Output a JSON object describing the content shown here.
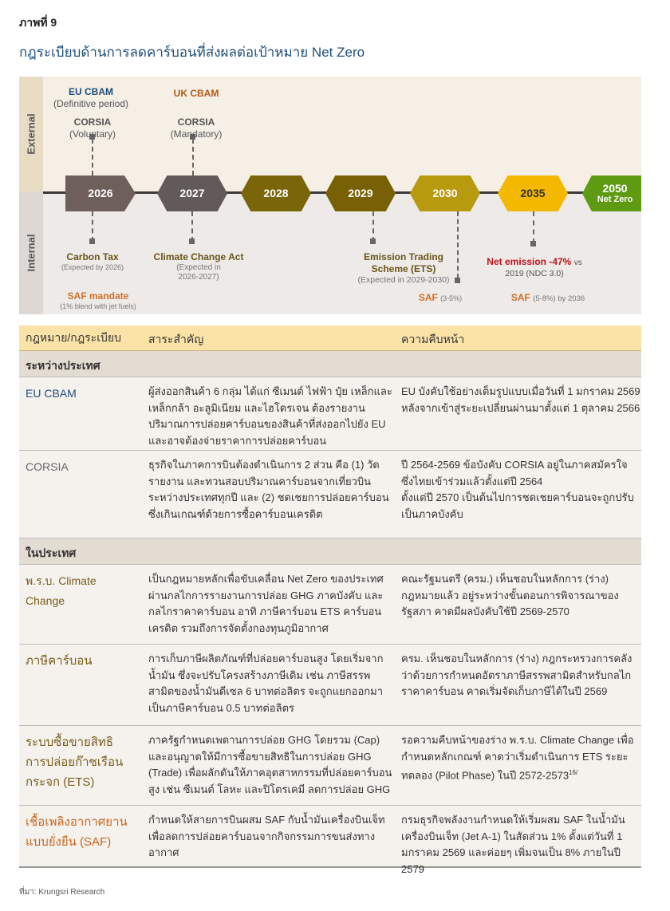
{
  "figure_number": "ภาพที่ 9",
  "title": "กฎระเบียบด้านการลดคาร์บอนที่ส่งผลต่อเป้าหมาย Net Zero",
  "timeline": {
    "band_labels": {
      "external": "External",
      "internal": "Internal"
    },
    "milestones": [
      {
        "year": "2026",
        "color": "#6e5f5b"
      },
      {
        "year": "2027",
        "color": "#615a58"
      },
      {
        "year": "2028",
        "color": "#7a6508"
      },
      {
        "year": "2029",
        "color": "#786004"
      },
      {
        "year": "2030",
        "color": "#b89a0e"
      },
      {
        "year": "2035",
        "color": "#f5b800"
      },
      {
        "year": "2050",
        "sub": "Net Zero",
        "color": "#5e9a12"
      }
    ],
    "external": {
      "eu_cbam": "EU CBAM",
      "eu_cbam_sub": "(Definitive period)",
      "uk_cbam": "UK CBAM",
      "corsia1": "CORSIA",
      "corsia1_sub": "(Voluntary)",
      "corsia2": "CORSIA",
      "corsia2_sub": "(Mandatory)"
    },
    "internal": {
      "carbon_tax": "Carbon Tax",
      "carbon_tax_sub": "(Expected by 2026)",
      "saf_mandate": "SAF mandate",
      "saf_mandate_sub": "(1% blend with jet fuels)",
      "cca": "Climate Change Act",
      "cca_sub1": "(Expected in",
      "cca_sub2": "2026-2027)",
      "ets1": "Emission Trading",
      "ets2": "Scheme (ETS)",
      "ets_sub": "(Expected in 2029-2030)",
      "saf2030": "SAF",
      "saf2030_sub": "(3-5%)",
      "net_emission": "Net emission -47%",
      "net_vs": "vs",
      "net_sub": "2019 (NDC 3.0)",
      "saf2035": "SAF",
      "saf2035_sub": "(5-8%) by 2036"
    }
  },
  "table": {
    "headers": [
      "กฎหมาย/กฎระเบียบ",
      "สาระสำคัญ",
      "ความคืบหน้า"
    ],
    "sections": [
      {
        "label": "ระหว่างประเทศ",
        "rows": [
          {
            "name": "EU CBAM",
            "color": "#1f4e79",
            "summary": "ผู้ส่งออกสินค้า 6 กลุ่ม ได้แก่ ซีเมนต์ ไฟฟ้า ปุ๋ย เหล็กและเหล็กกล้า อะลูมิเนียม และไฮโดรเจน ต้องรายงานปริมาณการปล่อยคาร์บอนของสินค้าที่ส่งออกไปยัง EU และอาจต้องจ่ายราคาการปล่อยคาร์บอน",
            "progress": "EU บังคับใช้อย่างเต็มรูปแบบเมื่อวันที่ 1 มกราคม 2569 หลังจากเข้าสู่ระยะเปลี่ยนผ่านมาตั้งแต่ 1 ตุลาคม 2566"
          },
          {
            "name": "CORSIA",
            "color": "#666666",
            "summary": "ธุรกิจในภาคการบินต้องดำเนินการ 2 ส่วน คือ (1) วัด รายงาน และทวนสอบปริมาณคาร์บอนจากเที่ยวบินระหว่างประเทศทุกปี และ (2) ชดเชยการปล่อยคาร์บอนซึ่งเกินเกณฑ์ด้วยการซื้อคาร์บอนเครดิต",
            "progress": "ปี 2564-2569 ข้อบังคับ CORSIA อยู่ในภาคสมัครใจ ซึ่งไทยเข้าร่วมแล้วตั้งแต่ปี 2564",
            "progress2": "ตั้งแต่ปี 2570 เป็นต้นไปการชดเชยคาร์บอนจะถูกปรับเป็นภาคบังคับ"
          }
        ]
      },
      {
        "label": "ในประเทศ",
        "rows": [
          {
            "name": "พ.ร.บ. Climate Change",
            "color": "#7a5c1c",
            "summary": "เป็นกฎหมายหลักเพื่อขับเคลื่อน Net Zero ของประเทศผ่านกลไกการรายงานการปล่อย GHG ภาคบังคับ และกลไกราคาคาร์บอน อาทิ ภาษีคาร์บอน ETS คาร์บอนเครดิต รวมถึงการจัดตั้งกองทุนภูมิอากาศ",
            "progress": "คณะรัฐมนตรี (ครม.) เห็นชอบในหลักการ (ร่าง) กฎหมายแล้ว อยู่ระหว่างขั้นตอนการพิจารณาของรัฐสภา คาดมีผลบังคับใช้ปี 2569-2570"
          },
          {
            "name": "ภาษีคาร์บอน",
            "color": "#7a5c1c",
            "summary": "การเก็บภาษีผลิตภัณฑ์ที่ปล่อยคาร์บอนสูง โดยเริ่มจากน้ำมัน ซึ่งจะปรับโครงสร้างภาษีเดิม เช่น ภาษีสรรพสามิตของน้ำมันดีเซล 6 บาทต่อลิตร จะถูกแยกออกมาเป็นภาษีคาร์บอน 0.5 บาทต่อลิตร",
            "progress": "ครม. เห็นชอบในหลักการ (ร่าง) กฎกระทรวงการคลังว่าด้วยการกำหนดอัตราภาษีสรรพสามิตสำหรับกลไกราคาคาร์บอน คาดเริ่มจัดเก็บภาษีได้ในปี 2569"
          },
          {
            "name": "ระบบซื้อขายสิทธิการปล่อยก๊าซเรือนกระจก (ETS)",
            "color": "#7a5c1c",
            "summary": "ภาครัฐกำหนดเพดานการปล่อย GHG โดยรวม (Cap) และอนุญาตให้มีการซื้อขายสิทธิในการปล่อย GHG (Trade) เพื่อผลักดันให้ภาคอุตสาหกรรมที่ปล่อยคาร์บอนสูง เช่น ซีเมนต์ โลหะ และปิโตรเคมี ลดการปล่อย GHG",
            "progress": "รอความคืบหน้าของร่าง พ.ร.บ. Climate Change เพื่อกำหนดหลักเกณฑ์ คาดว่าเริ่มดำเนินการ ETS ระยะทดลอง (Pilot Phase) ในปี 2572-2573",
            "footnote": "16/"
          },
          {
            "name": "เชื้อเพลิงอากาศยานแบบยั่งยืน (SAF)",
            "color": "#c9651e",
            "summary": "กำหนดให้สายการบินผสม SAF กับน้ำมันเครื่องบินเจ็ทเพื่อลดการปล่อยคาร์บอนจากกิจกรรมการขนส่งทางอากาศ",
            "progress": "กรมธุรกิจพลังงานกำหนดให้เริ่มผสม SAF ในน้ำมันเครื่องบินเจ็ท (Jet A-1) ในสัดส่วน 1% ตั้งแต่วันที่ 1 มกราคม 2569 และค่อยๆ เพิ่มจนเป็น 8% ภายในปี 2579"
          }
        ]
      }
    ]
  },
  "source": "ที่มา: Krungsri Research"
}
